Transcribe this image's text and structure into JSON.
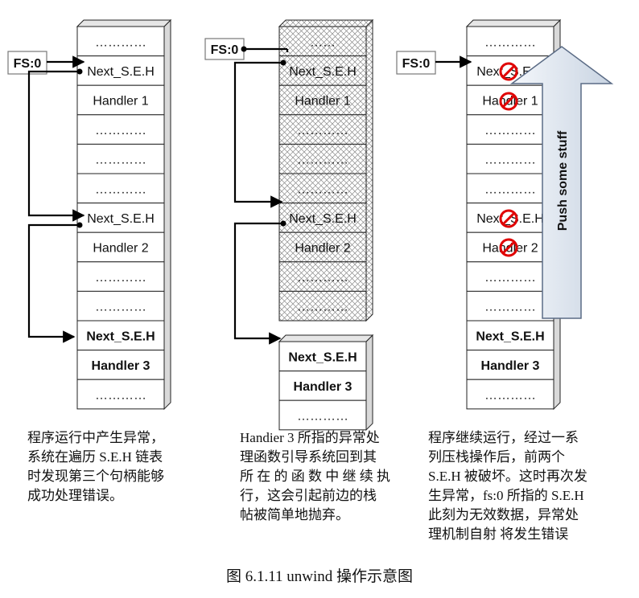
{
  "fs_label": "FS:0",
  "arrow_label": "Push some stuff",
  "columns": [
    {
      "cells": [
        {
          "text": "…………",
          "bold": false
        },
        {
          "text": "Next_S.E.H",
          "bold": false
        },
        {
          "text": "Handler 1",
          "bold": false
        },
        {
          "text": "…………",
          "bold": false
        },
        {
          "text": "…………",
          "bold": false
        },
        {
          "text": "…………",
          "bold": false
        },
        {
          "text": "Next_S.E.H",
          "bold": false
        },
        {
          "text": "Handler 2",
          "bold": false
        },
        {
          "text": "…………",
          "bold": false
        },
        {
          "text": "…………",
          "bold": false
        },
        {
          "text": "Next_S.E.H",
          "bold": true
        },
        {
          "text": "Handler 3",
          "bold": true
        },
        {
          "text": "…………",
          "bold": false
        }
      ],
      "caption": [
        "程序运行中产生异常，",
        "系统在遍历 S.E.H 链表",
        "时发现第三个句柄能够",
        "成功处理错误。"
      ]
    },
    {
      "cells": [
        {
          "text": "……",
          "bold": false
        },
        {
          "text": "Next_S.E.H",
          "bold": false
        },
        {
          "text": "Handler 1",
          "bold": false
        },
        {
          "text": "…………",
          "bold": false
        },
        {
          "text": "…………",
          "bold": false
        },
        {
          "text": "…………",
          "bold": false
        },
        {
          "text": "Next_S.E.H",
          "bold": false
        },
        {
          "text": "Handler 2",
          "bold": false
        },
        {
          "text": "…………",
          "bold": false
        },
        {
          "text": "…………",
          "bold": false
        },
        {
          "text": "Next_S.E.H",
          "bold": true
        },
        {
          "text": "Handler 3",
          "bold": true
        },
        {
          "text": "…………",
          "bold": false
        }
      ],
      "caption": [
        "Handier 3 所指的异常处",
        "理函数引导系统回到其",
        "所 在 的 函 数 中 继 续 执",
        "行，这会引起前边的栈",
        "帖被简单地抛弃。"
      ]
    },
    {
      "cells": [
        {
          "text": "…………",
          "bold": false
        },
        {
          "text": "Next_S.E.H",
          "bold": false
        },
        {
          "text": "Handler 1",
          "bold": false
        },
        {
          "text": "…………",
          "bold": false
        },
        {
          "text": "…………",
          "bold": false
        },
        {
          "text": "…………",
          "bold": false
        },
        {
          "text": "Next_S.E.H",
          "bold": false
        },
        {
          "text": "Handler 2",
          "bold": false
        },
        {
          "text": "…………",
          "bold": false
        },
        {
          "text": "…………",
          "bold": false
        },
        {
          "text": "Next_S.E.H",
          "bold": true
        },
        {
          "text": "Handler 3",
          "bold": true
        },
        {
          "text": "…………",
          "bold": false
        }
      ],
      "caption": [
        "程序继续运行，经过一系",
        "列压栈操作后，前两个",
        "S.E.H 被破坏。这时再次发",
        "生异常，fs:0 所指的 S.E.H",
        "此刻为无效数据，异常处",
        "理机制自射 将发生错误"
      ]
    }
  ],
  "figure_caption": "图 6.1.11    unwind 操作示意图"
}
